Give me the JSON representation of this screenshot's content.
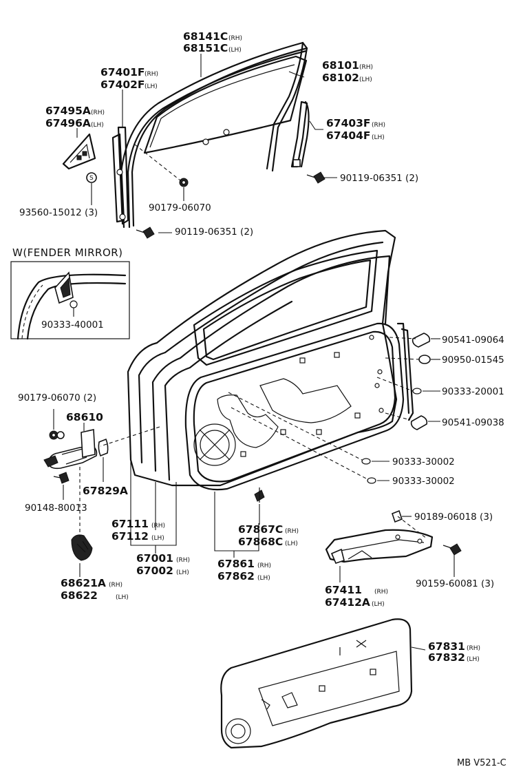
{
  "inset": {
    "title": "W(FENDER MIRROR)",
    "part_label": "90333-40001"
  },
  "labels": {
    "l68141c": "68141C",
    "l68151c": "68151C",
    "l68101": "68101",
    "l68102": "68102",
    "l67401f": "67401F",
    "l67402f": "67402F",
    "l67495a": "67495A",
    "l67496a": "67496A",
    "l67403f": "67403F",
    "l67404f": "67404F",
    "l90119_06351_a": "90119-06351 (2)",
    "l90179_06070_top": "90179-06070",
    "l93560_15012": "93560-15012 (3)",
    "l90119_06351_b": "90119-06351 (2)",
    "l90541_09064": "90541-09064",
    "l90950_01545": "90950-01545",
    "l90333_20001": "90333-20001",
    "l90179_06070_2": "90179-06070 (2)",
    "l68610": "68610",
    "l90541_09038": "90541-09038",
    "l90333_30002_a": "90333-30002",
    "l90333_30002_b": "90333-30002",
    "l67829a": "67829A",
    "l90148_80013": "90148-80013",
    "l90189_06018": "90189-06018 (3)",
    "l67111": "67111",
    "l67112": "67112",
    "l67867c": "67867C",
    "l67868c": "67868C",
    "l67001": "67001",
    "l67002": "67002",
    "l67861": "67861",
    "l67862": "67862",
    "l90159_60081": "90159-60081 (3)",
    "l68621a": "68621A",
    "l68622": "68622",
    "l67411": "67411",
    "l67412a": "67412A",
    "l67831": "67831",
    "l67832": "67832",
    "rh": "(RH)",
    "lh": "(LH)",
    "s": "S"
  },
  "footer": {
    "code": "MB V521-C"
  }
}
